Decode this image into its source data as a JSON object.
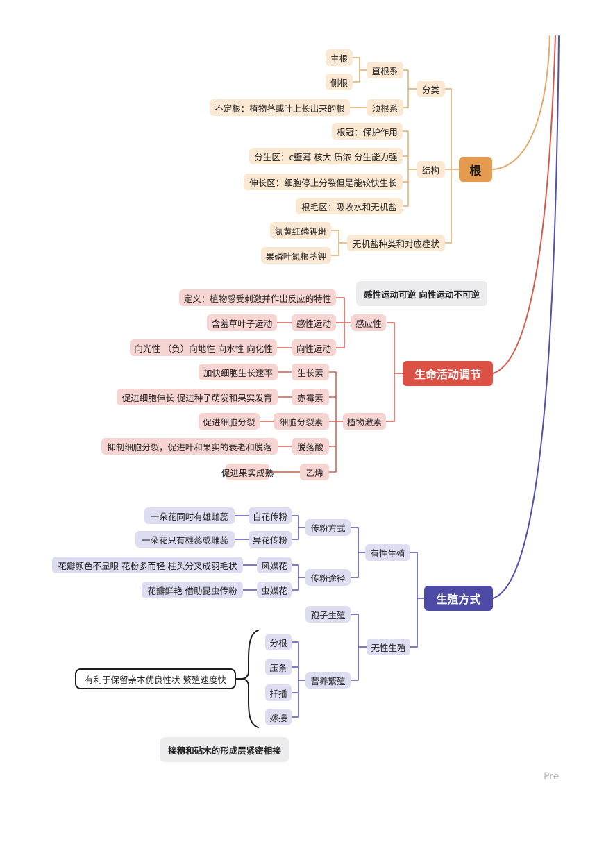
{
  "colors": {
    "orange_line": "#e2ab6b",
    "orange_node": "#fbe8d2",
    "orange_main": "#e49a4f",
    "red_line": "#d65a4e",
    "red_node": "#f6d4d2",
    "red_main": "#dc5146",
    "purple_line": "#5451a8",
    "purple_node": "#dcddf0",
    "purple_main": "#4d4aa6"
  },
  "root": {
    "title": "根",
    "classification": {
      "label": "分类",
      "taproot": "直根系",
      "main_root": "主根",
      "side_root": "侧根",
      "fibrous": "须根系",
      "adventitious": "不定根：植物茎或叶上长出来的根"
    },
    "structure": {
      "label": "结构",
      "cap": "根冠：保护作用",
      "meristem": "分生区：c壁薄 核大 质浓 分生能力强",
      "elongation": "伸长区：细胞停止分裂但是能较快生长",
      "hair": "根毛区：吸收水和无机盐"
    },
    "minerals": {
      "label": "无机盐种类和对应症状",
      "mnemonic1": "氮黄红磷钾斑",
      "mnemonic2": "果磷叶氮根茎钾"
    }
  },
  "regulation": {
    "title": "生命活动调节",
    "note": "感性运动可逆 向性运动不可逆",
    "response": {
      "label": "感应性",
      "definition": "定义：植物感受刺激并作出反应的特性",
      "nastic": "感性运动",
      "nastic_example": "含羞草叶子运动",
      "tropic": "向性运动",
      "tropic_example": "向光性 （负）向地性 向水性 向化性"
    },
    "hormones": {
      "label": "植物激素",
      "auxin": "生长素",
      "auxin_fn": "加快细胞生长速率",
      "gibberellin": "赤霉素",
      "gibberellin_fn": "促进细胞伸长 促进种子萌发和果实发育",
      "cytokinin": "细胞分裂素",
      "cytokinin_fn": "促进细胞分裂",
      "aba": "脱落酸",
      "aba_fn": "抑制细胞分裂，促进叶和果实的衰老和脱落",
      "ethylene": "乙烯",
      "ethylene_fn": "促进果实成熟"
    }
  },
  "reproduction": {
    "title": "生殖方式",
    "sexual": {
      "label": "有性生殖",
      "pollination_mode": "传粉方式",
      "self": "自花传粉",
      "self_desc": "一朵花同时有雄雌蕊",
      "cross": "异花传粉",
      "cross_desc": "一朵花只有雄蕊或雌蕊",
      "pollination_route": "传粉途径",
      "wind": "风媒花",
      "wind_desc": "花瓣颜色不显眼 花粉多而轻 柱头分叉成羽毛状",
      "insect": "虫媒花",
      "insect_desc": "花瓣鲜艳 借助昆虫传粉"
    },
    "asexual": {
      "label": "无性生殖",
      "spore": "孢子生殖",
      "vegetative": "营养繁殖",
      "division": "分根",
      "layering": "压条",
      "cutting": "扦插",
      "grafting": "嫁接",
      "advantage": "有利于保留亲本优良性状 繁殖速度快",
      "grafting_note": "接穗和砧木的形成层紧密相接"
    }
  },
  "watermark": "Pre"
}
